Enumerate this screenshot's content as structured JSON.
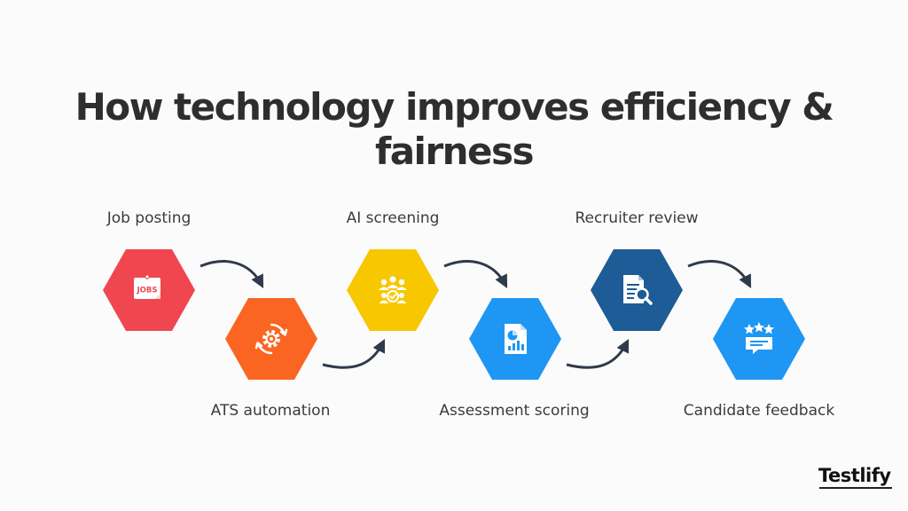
{
  "title": "How technology improves efficiency & fairness",
  "steps": [
    {
      "label": "Job posting",
      "icon": "jobs-sign-icon",
      "color": "#ef4650"
    },
    {
      "label": "ATS automation",
      "icon": "gear-cycle-icon",
      "color": "#fb6522"
    },
    {
      "label": "AI screening",
      "icon": "group-check-icon",
      "color": "#f7c700"
    },
    {
      "label": "Assessment scoring",
      "icon": "report-chart-icon",
      "color": "#1e96f3"
    },
    {
      "label": "Recruiter review",
      "icon": "document-search-icon",
      "color": "#1d5c96"
    },
    {
      "label": "Candidate feedback",
      "icon": "stars-message-icon",
      "color": "#1e96f3"
    }
  ],
  "brand": {
    "name": "Testlify"
  }
}
